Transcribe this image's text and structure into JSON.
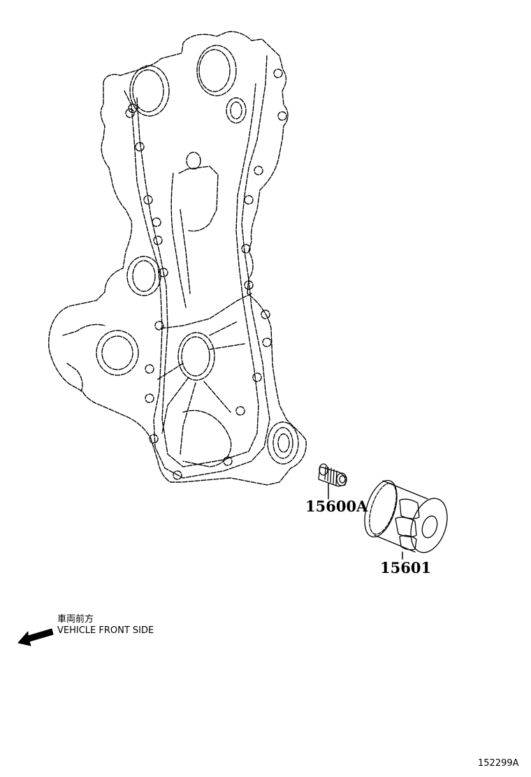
{
  "diagram": {
    "type": "exploded-parts-diagram",
    "parts": [
      {
        "id": "timing-cover",
        "label": ""
      },
      {
        "id": "oil-filter-stud",
        "label": "15600A"
      },
      {
        "id": "oil-filter",
        "label": "15601"
      }
    ],
    "direction_indicator": {
      "label_jp": "車両前方",
      "label_en": "VEHICLE FRONT SIDE",
      "arrow": "arrow-left-down"
    },
    "figure_id": "152299A",
    "colors": {
      "line": "#000000",
      "background": "#ffffff"
    }
  }
}
